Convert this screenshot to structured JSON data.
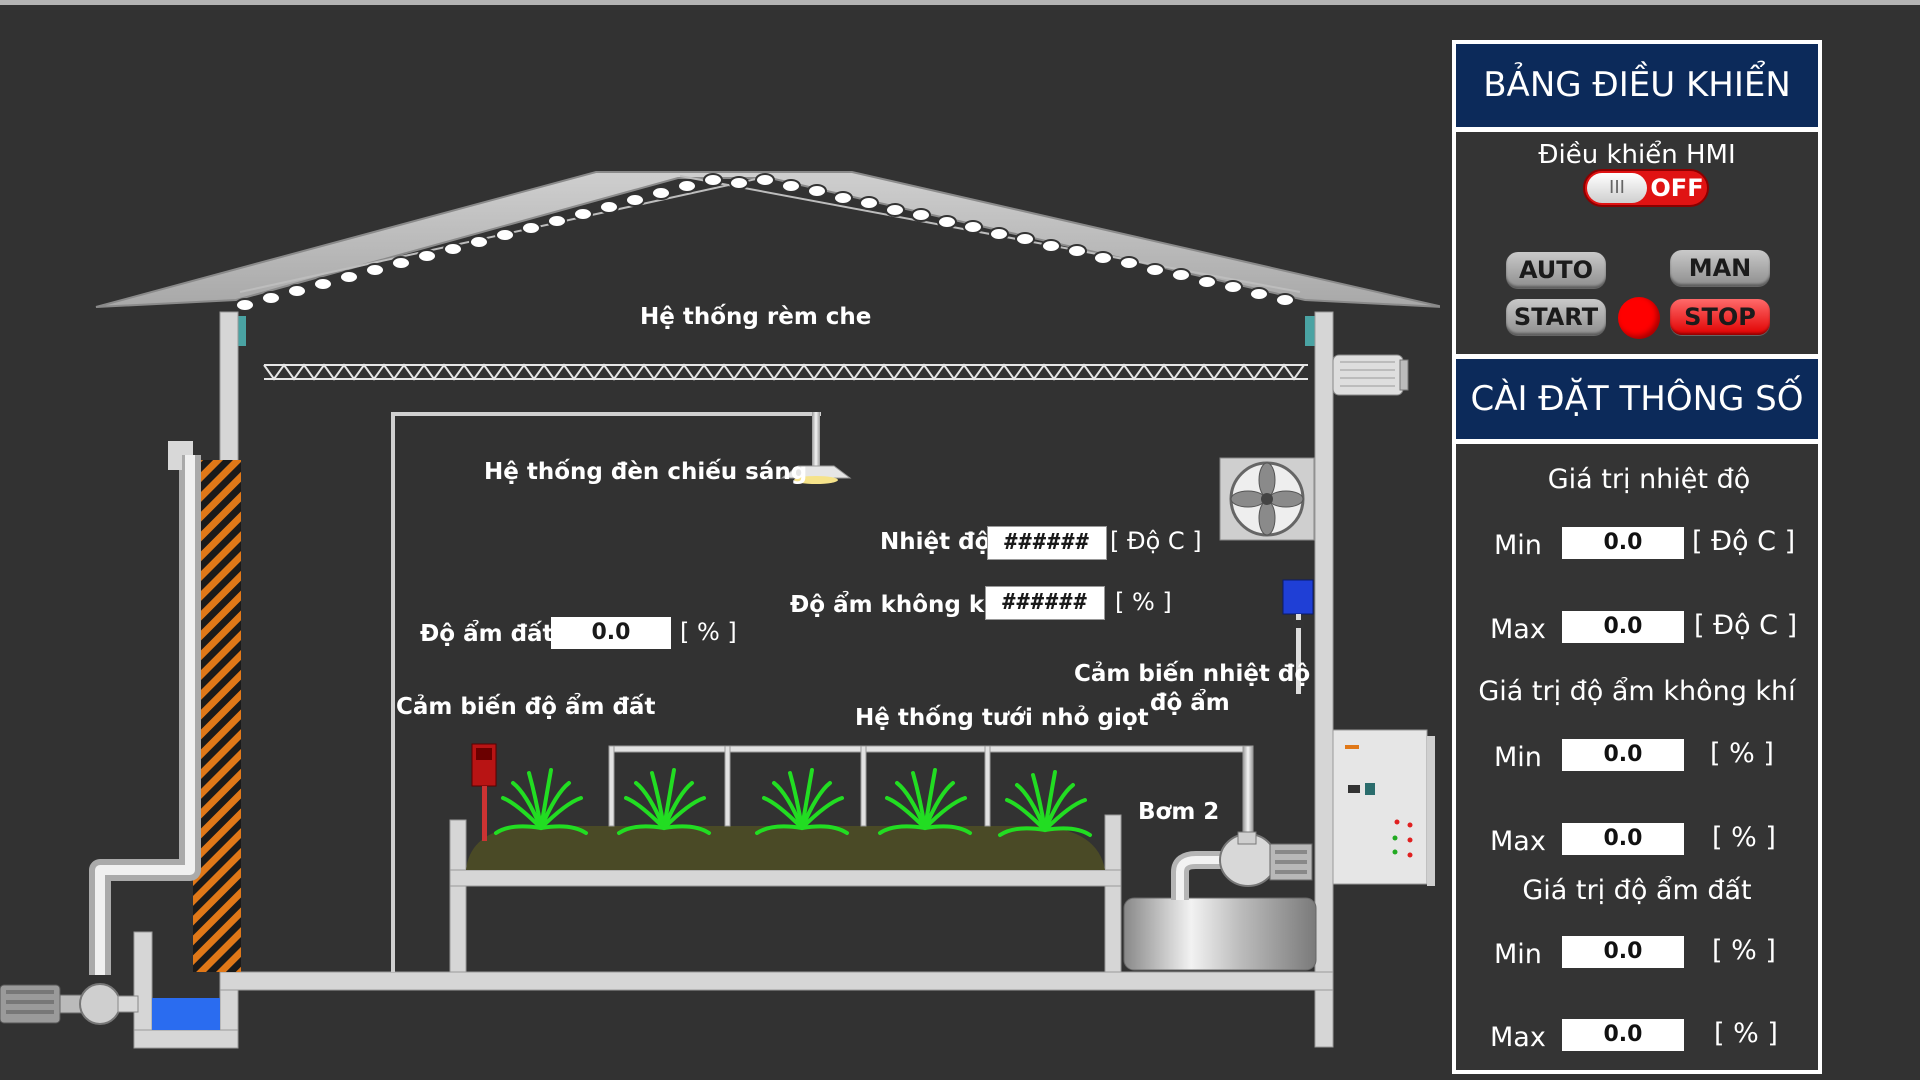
{
  "scene": {
    "curtain_label": "Hệ thống rèm che",
    "lighting_label": "Hệ thống đèn chiếu sáng",
    "temperature": {
      "label": "Nhiệt độ",
      "value": "######",
      "unit": "[ Độ C ]"
    },
    "air_humidity": {
      "label": "Độ ẩm không kh",
      "value": "######",
      "unit": "[ % ]"
    },
    "soil_humidity": {
      "label": "Độ ẩm đất",
      "value": "0.0",
      "unit": "[ % ]"
    },
    "soil_sensor_label": "Cảm biến độ ẩm đất",
    "irrigation_label": "Hệ thống tưới nhỏ giọt",
    "temp_sensor_label_line1": "Cảm biến nhiệt độ",
    "temp_sensor_label_line2": "độ ẩm",
    "pump2_label": "Bơm 2"
  },
  "control_panel": {
    "title": "BẢNG ĐIỀU KHIỂN",
    "hmi_label": "Điều khiển HMI",
    "hmi_toggle": {
      "knob": "III",
      "state": "OFF"
    },
    "buttons": {
      "auto": "AUTO",
      "man": "MAN",
      "start": "START",
      "stop": "STOP"
    },
    "status_indicator_color": "#ff0000"
  },
  "settings": {
    "title": "CÀI ĐẶT THÔNG SỐ",
    "temperature": {
      "title": "Giá trị nhiệt độ",
      "min_label": "Min",
      "min_value": "0.0",
      "min_unit": "[ Độ C ]",
      "max_label": "Max",
      "max_value": "0.0",
      "max_unit": "[ Độ C ]"
    },
    "air_humidity": {
      "title": "Giá trị độ ẩm không khí",
      "min_label": "Min",
      "min_value": "0.0",
      "min_unit": "[ % ]",
      "max_label": "Max",
      "max_value": "0.0",
      "max_unit": "[ % ]"
    },
    "soil_humidity": {
      "title": "Giá trị độ ẩm đất",
      "min_label": "Min",
      "min_value": "0.0",
      "min_unit": "[ % ]",
      "max_label": "Max",
      "max_value": "0.0",
      "max_unit": "[ % ]"
    }
  },
  "colors": {
    "background": "#323232",
    "panel_header": "#0c2a5a",
    "stop_button": "#f02020",
    "plants": "#22dd22",
    "water": "#2a6cf0",
    "cooling_pad": "#e07818"
  }
}
